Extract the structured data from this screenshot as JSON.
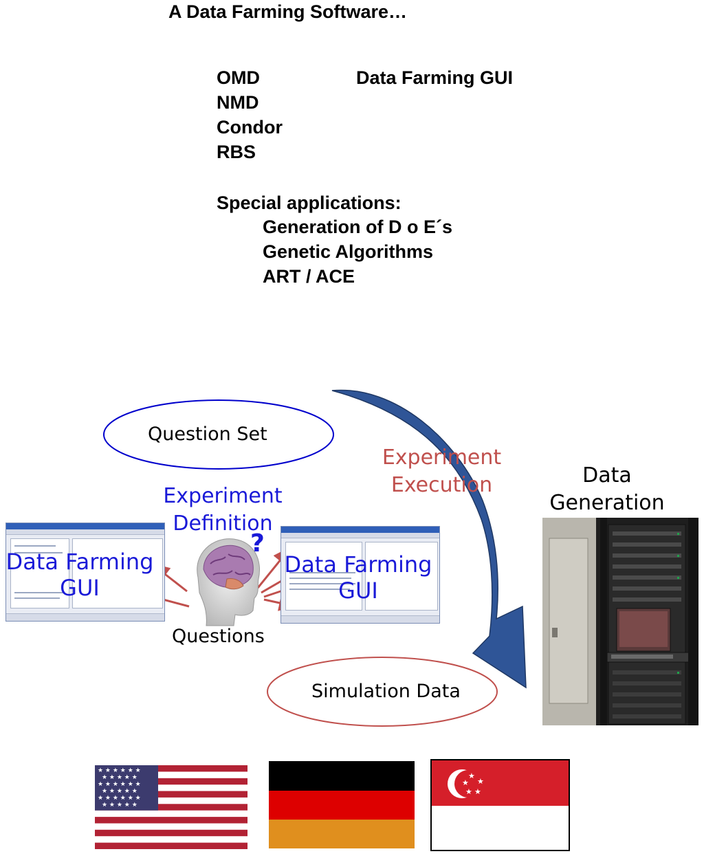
{
  "header": {
    "title": "A Data Farming Software…"
  },
  "tools": {
    "left": [
      "OMD",
      "NMD",
      "Condor",
      "RBS"
    ],
    "right": "Data Farming GUI"
  },
  "special": {
    "heading": "Special applications:",
    "items": [
      "Generation of D o E´s",
      "Genetic Algorithms",
      "ART / ACE"
    ]
  },
  "diagram": {
    "question_set": "Question Set",
    "experiment_definition": [
      "Experiment",
      "Definition"
    ],
    "experiment_execution": [
      "Experiment",
      "Execution"
    ],
    "data_generation": [
      "Data",
      "Generation"
    ],
    "gui_left": [
      "Data Farming",
      "GUI"
    ],
    "gui_right": [
      "Data Farming",
      "GUI"
    ],
    "questions": "Questions",
    "question_mark": "?",
    "simulation_data": "Simulation Data"
  },
  "colors": {
    "blue_text": "#1a1ad8",
    "red_text": "#c0504d",
    "arrow_fill": "#2f5597",
    "ellipse_blue": "#0000cc",
    "ellipse_red": "#c0504d"
  },
  "flags": [
    "USA",
    "Germany",
    "Singapore"
  ]
}
